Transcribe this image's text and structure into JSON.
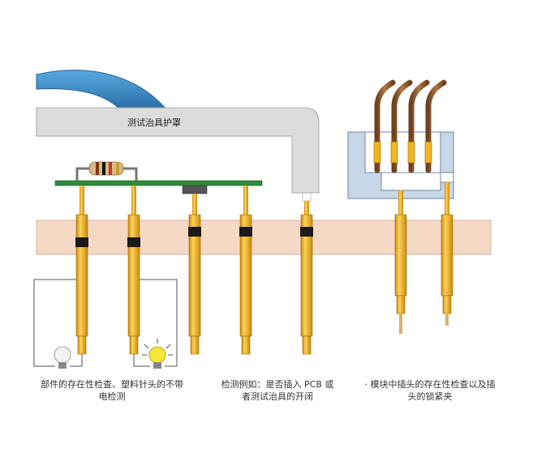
{
  "fixture_cover": {
    "label": "测试治具护罩"
  },
  "captions": {
    "left": [
      "部件的存在性检查、塑料针头的不带",
      "电检测"
    ],
    "middle": [
      "检测例如：是否插入 PCB 或",
      "者测试治具的开闭"
    ],
    "right": [
      "· 模块中插头的存在性检查以及插",
      "头的锁紧夹"
    ]
  },
  "colors": {
    "probe_body": "#f2b51e",
    "probe_dark": "#d18f0b",
    "plate": "#f5d9c4",
    "cover": "#dcdcdc",
    "cable": "#3e8ecb",
    "pcb": "#2f8c3a",
    "connector_box": "#c8d7e8",
    "wire": "#8a5a2b",
    "bulb_lit": "#f5e63c",
    "bulb_off": "#f2f2f2"
  },
  "icons": [
    "resistor-icon",
    "light-bulb-icon",
    "light-bulb-lit-icon"
  ]
}
